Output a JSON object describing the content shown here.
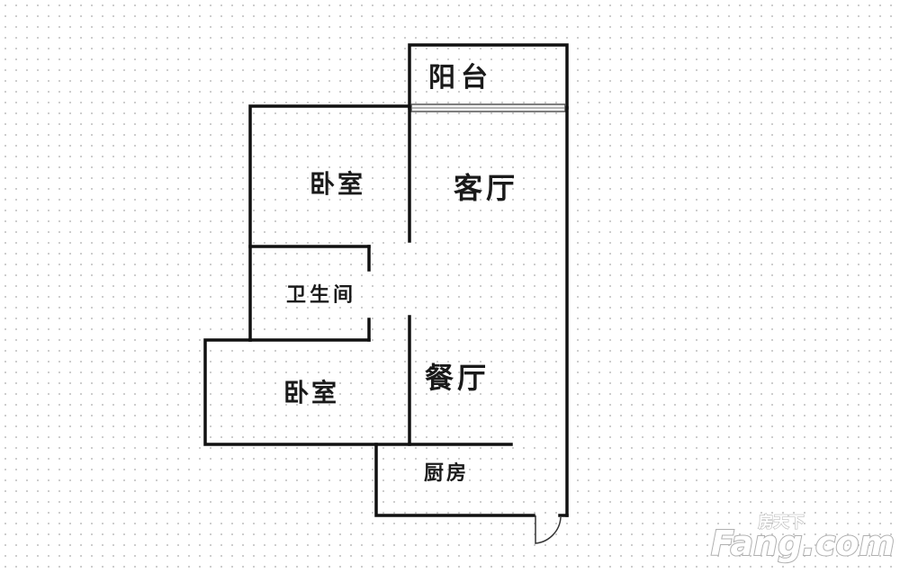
{
  "rooms": {
    "balcony": "阳台",
    "living_room": "客厅",
    "bedroom_upper": "卧室",
    "bathroom": "卫生间",
    "bedroom_lower": "卧室",
    "dining_room": "餐厅",
    "kitchen": "厨房"
  },
  "watermark": {
    "brand_en": "Fang.com",
    "brand_cn": "房天下"
  },
  "colors": {
    "wall": "#111111",
    "watermark": "#e8e8e8"
  }
}
